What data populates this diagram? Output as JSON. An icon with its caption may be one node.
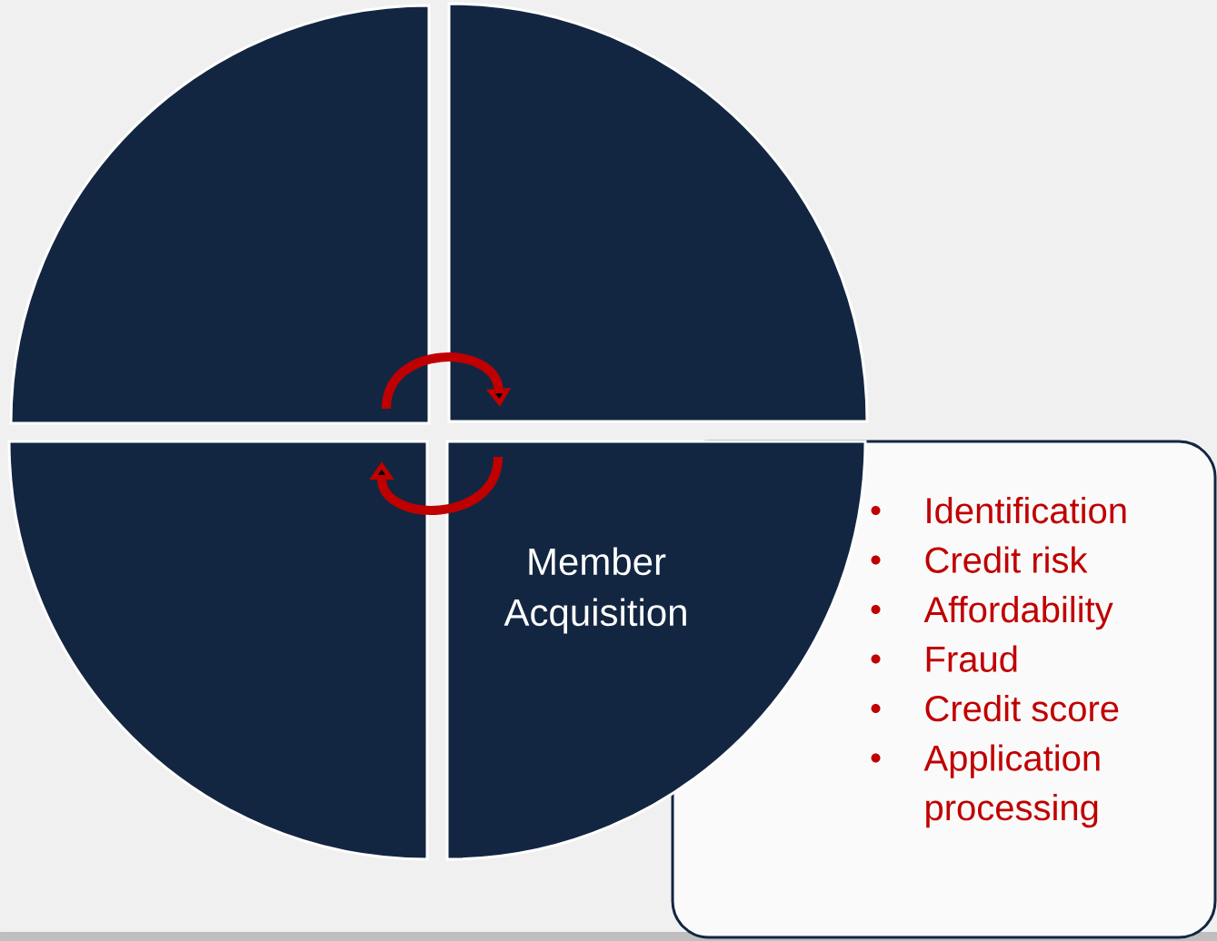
{
  "diagram": {
    "nodes": [
      {
        "text": [],
        "shape": "sector"
      },
      {
        "text": [],
        "shape": "sector"
      },
      {
        "text": [],
        "shape": "sector"
      },
      {
        "text": [
          "Member Acquisition"
        ]
      },
      {
        "text": [
          "Identification",
          "Credit risk",
          "Affordability",
          "Fraud",
          "Credit score",
          "Application processing"
        ]
      }
    ],
    "edges": [
      {
        "from": 0,
        "to": 1,
        "arrow": "to"
      },
      {
        "from": 3,
        "to": 2,
        "arrow": "to"
      }
    ]
  }
}
